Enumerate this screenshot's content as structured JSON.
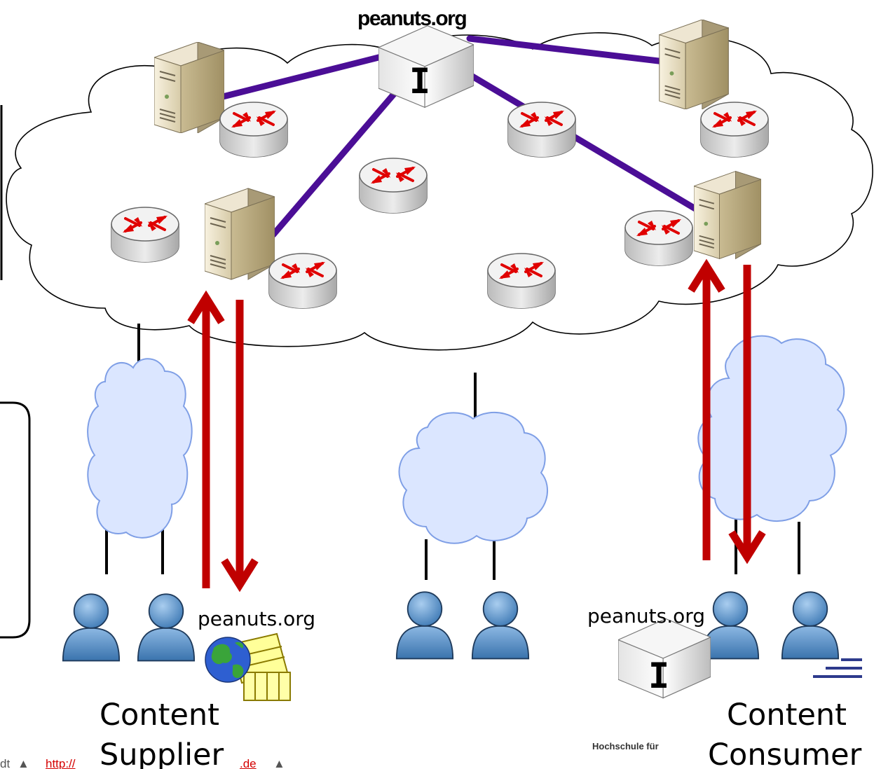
{
  "labels": {
    "top_server": "peanuts.org",
    "supplier_domain": "peanuts.org",
    "consumer_domain": "peanuts.org",
    "supplier_line1": "Content",
    "supplier_line2": "Supplier",
    "consumer_line1": "Content",
    "consumer_line2": "Consumer",
    "cache_letter_top": "I",
    "cache_letter_bottom": "I"
  },
  "footer": {
    "left_fragment": "dt",
    "link_start": "http://",
    "link_end": ".de",
    "institution": "Hochschule für"
  },
  "colors": {
    "backbone_link": "#4b0e96",
    "request_arrow": "#c00000",
    "access_cloud_fill": "#dbe6ff",
    "access_cloud_stroke": "#7f9fe6",
    "router_arrow": "#e00000",
    "user_fill": "#5b93c9"
  }
}
